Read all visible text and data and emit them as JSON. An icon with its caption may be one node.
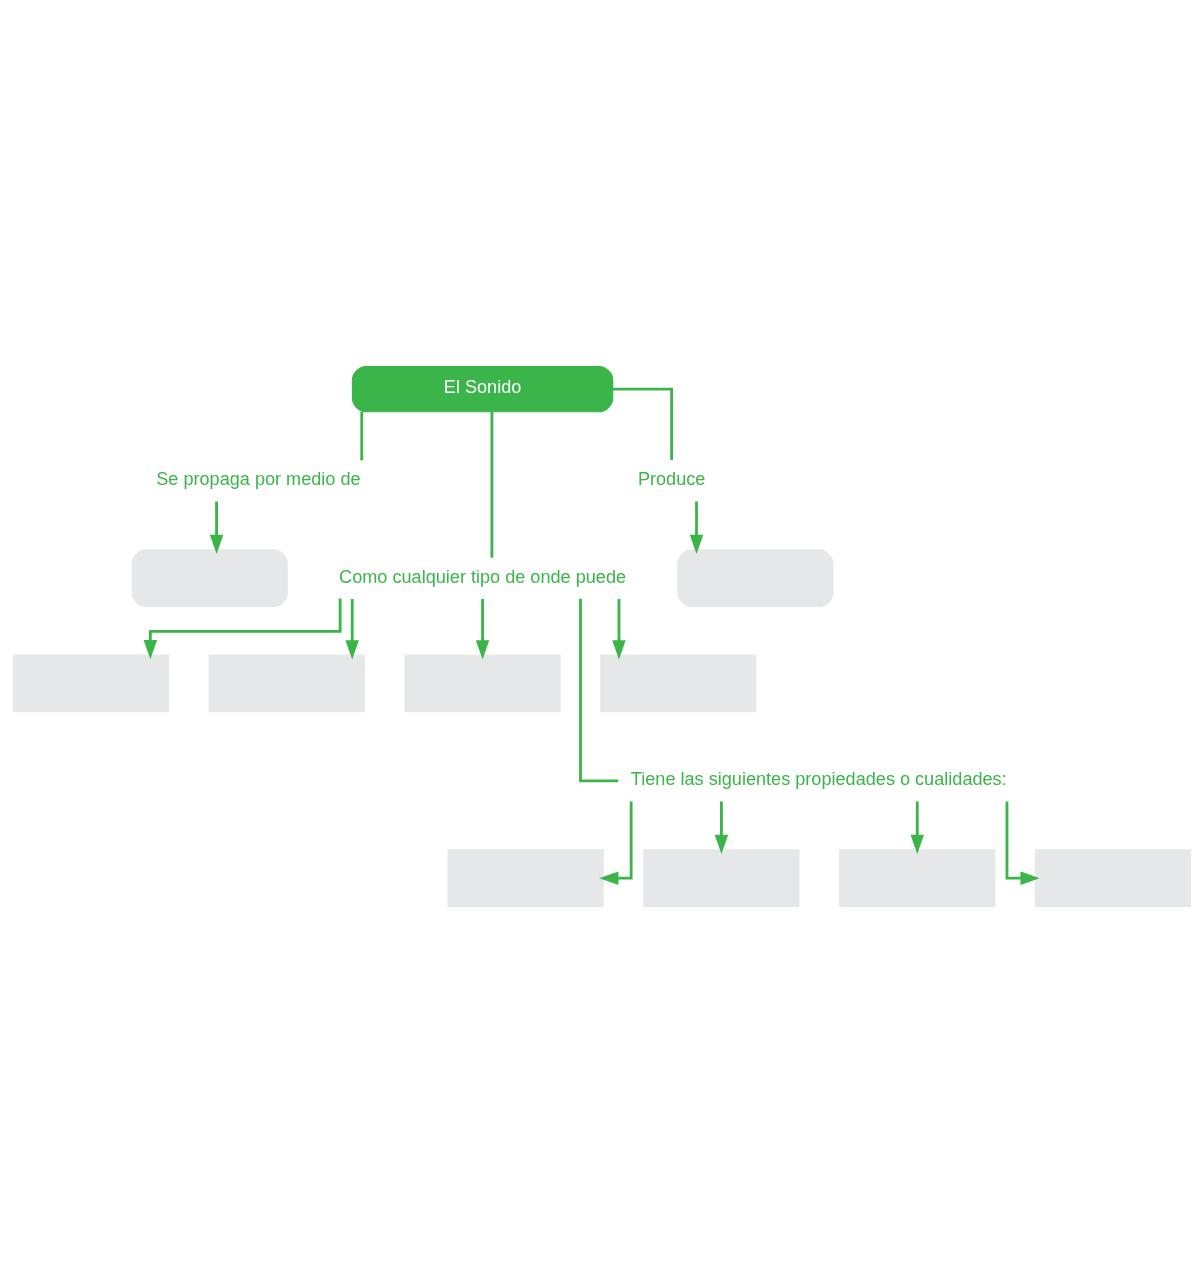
{
  "diagram": {
    "nodes": [
      {
        "text": [
          "El Sonido"
        ]
      },
      {
        "text": [
          "Se propaga por medio de"
        ]
      },
      {
        "text": [
          "Produce"
        ]
      },
      {
        "text": [
          "Como cualquier tipo de onde puede"
        ]
      },
      {
        "text": [],
        "shape": "box"
      },
      {
        "text": [],
        "shape": "box"
      },
      {
        "text": [],
        "shape": "box"
      },
      {
        "text": [],
        "shape": "box"
      },
      {
        "text": [],
        "shape": "box"
      },
      {
        "text": [],
        "shape": "box"
      },
      {
        "text": [
          "Tiene las siguientes propiedades o cualidades:"
        ]
      },
      {
        "text": [],
        "shape": "box"
      },
      {
        "text": [],
        "shape": "box"
      },
      {
        "text": [],
        "shape": "box"
      },
      {
        "text": [],
        "shape": "box"
      }
    ],
    "edges": [
      {
        "from": 0,
        "to": 1,
        "arrow": "none"
      },
      {
        "from": 0,
        "to": 3,
        "arrow": "none"
      },
      {
        "from": 0,
        "to": 2,
        "arrow": "none"
      },
      {
        "from": 1,
        "to": 4,
        "arrow": "to"
      },
      {
        "from": 2,
        "to": 5,
        "arrow": "to"
      },
      {
        "from": 3,
        "to": 6,
        "arrow": "to"
      },
      {
        "from": 3,
        "to": 7,
        "arrow": "to"
      },
      {
        "from": 3,
        "to": 8,
        "arrow": "to"
      },
      {
        "from": 3,
        "to": 9,
        "arrow": "to"
      },
      {
        "from": 3,
        "to": 10,
        "arrow": "none"
      },
      {
        "from": 10,
        "to": 11,
        "arrow": "to"
      },
      {
        "from": 10,
        "to": 12,
        "arrow": "to"
      },
      {
        "from": 10,
        "to": 13,
        "arrow": "to"
      },
      {
        "from": 10,
        "to": 14,
        "arrow": "to"
      }
    ]
  }
}
